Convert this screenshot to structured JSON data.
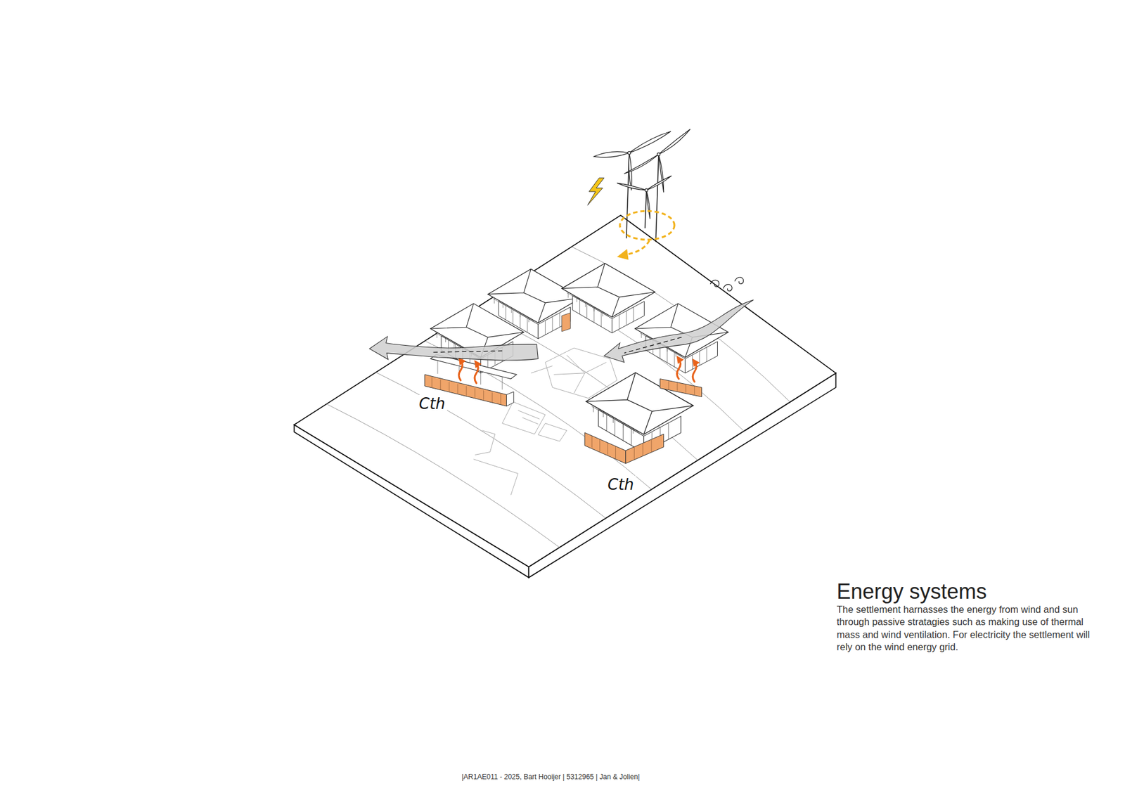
{
  "diagram": {
    "title": "Energy systems",
    "caption": "The settlement harnasses the energy from wind and sun through passive stratagies such as making use of thermal mass and wind ventilation. For electricity the settlement will rely on the wind energy grid.",
    "labels": [
      "Cth",
      "Cth",
      "|AR1AE011 - 2025, Bart Hooijer | 5312965  | Jan & Jolien|"
    ]
  }
}
